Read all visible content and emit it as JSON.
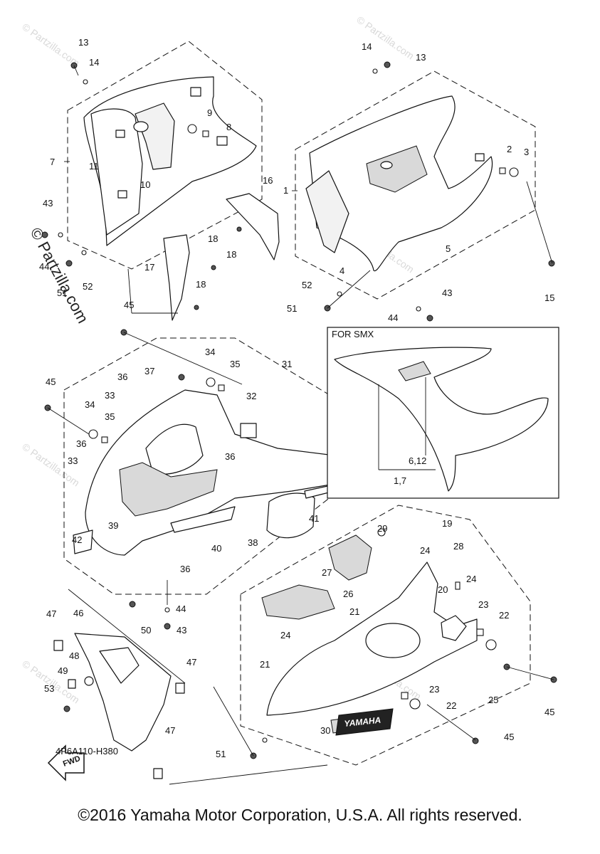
{
  "diagram": {
    "drawing_code": "4P6A110-H380",
    "copyright": "©2016 Yamaha Motor Corporation, U.S.A. All rights reserved.",
    "watermark_main": "© Partzilla.com",
    "watermark_small": "© Partzilla.com",
    "inset_title": "FOR SMX",
    "inset_callouts": [
      "6,12",
      "1,7"
    ],
    "fwd_label": "FWD",
    "brand_decal": "YAMAHA",
    "callouts": {
      "c1": "1",
      "c2": "2",
      "c3": "3",
      "c4": "4",
      "c5": "5",
      "c7": "7",
      "c8": "8",
      "c9": "9",
      "c10": "10",
      "c11": "11",
      "c12": "12",
      "c13a": "13",
      "c13b": "13",
      "c14a": "14",
      "c14b": "14",
      "c15": "15",
      "c16": "16",
      "c17": "17",
      "c18a": "18",
      "c18b": "18",
      "c18c": "18",
      "c19": "19",
      "c20": "20",
      "c21a": "21",
      "c21b": "21",
      "c22a": "22",
      "c22b": "22",
      "c23a": "23",
      "c23b": "23",
      "c24a": "24",
      "c24b": "24",
      "c24c": "24",
      "c25": "25",
      "c26": "26",
      "c27": "27",
      "c28": "28",
      "c29": "29",
      "c30": "30",
      "c31": "31",
      "c32": "32",
      "c33a": "33",
      "c33b": "33",
      "c34a": "34",
      "c34b": "34",
      "c35a": "35",
      "c35b": "35",
      "c36a": "36",
      "c36b": "36",
      "c36c": "36",
      "c36d": "36",
      "c37": "37",
      "c38": "38",
      "c39": "39",
      "c40": "40",
      "c41": "41",
      "c42": "42",
      "c43a": "43",
      "c43b": "43",
      "c43c": "43",
      "c44a": "44",
      "c44b": "44",
      "c44c": "44",
      "c45a": "45",
      "c45b": "45",
      "c45c": "45",
      "c45d": "45",
      "c46": "46",
      "c47a": "47",
      "c47b": "47",
      "c47c": "47",
      "c48": "48",
      "c49": "49",
      "c50": "50",
      "c51a": "51",
      "c51b": "51",
      "c51c": "51",
      "c52a": "52",
      "c52b": "52",
      "c53": "53"
    }
  }
}
